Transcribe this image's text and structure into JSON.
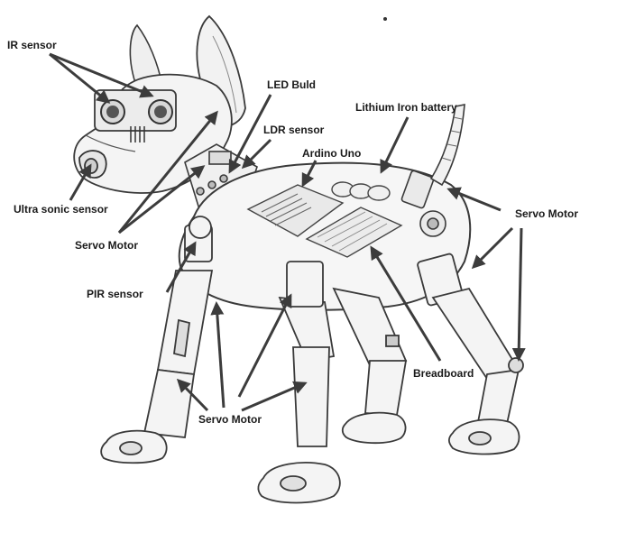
{
  "labels": {
    "ir_sensor": "IR sensor",
    "led_buld": "LED Buld",
    "ldr_sensor": "LDR sensor",
    "lithium_battery": "Lithium Iron battery",
    "ardino_uno": "Ardino Uno",
    "ultrasonic_sensor": "Ultra sonic sensor",
    "servo_motor_neck": "Servo Motor",
    "servo_motor_rear": "Servo Motor",
    "pir_sensor": "PIR sensor",
    "breadboard": "Breadboard",
    "servo_motor_legs": "Servo Motor"
  },
  "colors": {
    "line": "#3a3a3a",
    "body_fill": "#f4f4f4",
    "arrow": "#3c3c3c",
    "text": "#1a1a1a"
  }
}
